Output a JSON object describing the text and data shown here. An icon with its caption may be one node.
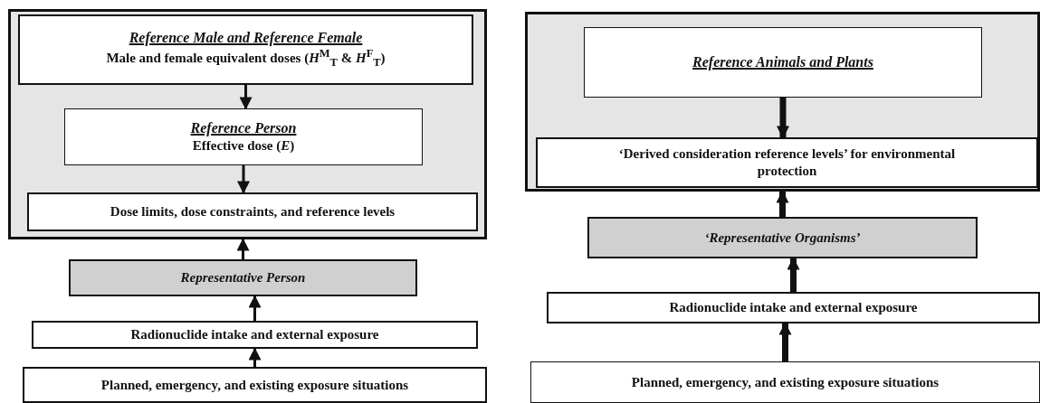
{
  "diagram": {
    "nodes": [
      {
        "text": [],
        "shape": "box"
      },
      {
        "text": [
          "Reference Male and Reference Female",
          "Male and female equivalent doses (*H*$^{M}$$_{T}$ & *H*$^{F}$$_{T}$)"
        ],
        "in": 0
      },
      {
        "text": [
          "Reference Person",
          "Effective dose (*E*)"
        ],
        "in": 0
      },
      {
        "text": [
          "Dose limits, dose constraints, and reference levels"
        ],
        "in": 0
      },
      {
        "text": [
          "Representative Person"
        ]
      },
      {
        "text": [
          "Radionuclide intake and external exposure"
        ]
      },
      {
        "text": [
          "Planned, emergency, and existing exposure situations"
        ]
      },
      {
        "text": [],
        "shape": "box"
      },
      {
        "text": [
          "Reference Animals and Plants"
        ],
        "in": 7
      },
      {
        "text": [
          "‘Derived consideration reference levels’ for environmental protection"
        ],
        "in": 7
      },
      {
        "text": [
          "‘Representative Organisms’"
        ]
      },
      {
        "text": [
          "Radionuclide intake and external exposure"
        ]
      },
      {
        "text": [
          "Planned, emergency, and existing exposure situations"
        ]
      }
    ],
    "edges": [
      {
        "from": 1,
        "to": 2,
        "arrow": "to"
      },
      {
        "from": 2,
        "to": 3,
        "arrow": "to"
      },
      {
        "from": 4,
        "to": 0,
        "arrow": "to"
      },
      {
        "from": 5,
        "to": 4,
        "arrow": "to"
      },
      {
        "from": 6,
        "to": 5,
        "arrow": "to"
      },
      {
        "from": 8,
        "to": 9,
        "arrow": "to",
        "style": "thick"
      },
      {
        "from": 10,
        "to": 7,
        "arrow": "to",
        "style": "thick"
      },
      {
        "from": 11,
        "to": 10,
        "arrow": "to",
        "style": "thick"
      },
      {
        "from": 12,
        "to": 11,
        "arrow": "to",
        "style": "thick"
      }
    ]
  }
}
